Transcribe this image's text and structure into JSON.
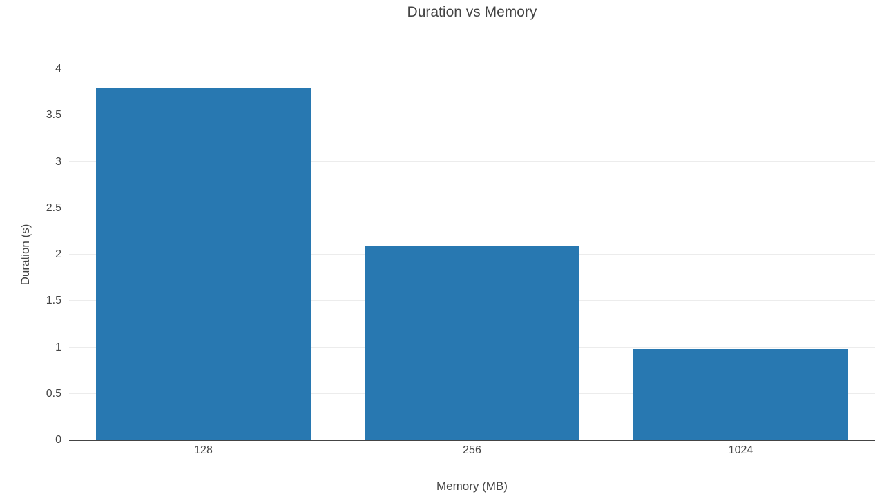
{
  "chart_data": {
    "type": "bar",
    "title": "Duration vs Memory",
    "xlabel": "Memory (MB)",
    "ylabel": "Duration (s)",
    "categories": [
      "128",
      "256",
      "1024"
    ],
    "values": [
      3.8,
      2.1,
      0.98
    ],
    "yticks": [
      0,
      0.5,
      1,
      1.5,
      2,
      2.5,
      3,
      3.5,
      4
    ],
    "ylim": [
      0,
      4
    ],
    "grid": true,
    "legend": "none",
    "bar_color": "#2878b1"
  },
  "colors": {
    "bar": "#2878b1",
    "grid": "#ececec",
    "axis_line": "#444444",
    "text": "#444444",
    "background": "#ffffff"
  }
}
